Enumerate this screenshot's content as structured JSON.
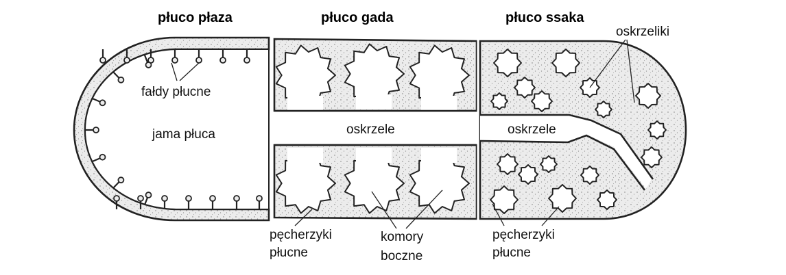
{
  "titles": {
    "amphibian": "płuco płaza",
    "reptile": "płuco gada",
    "mammal": "płuco ssaka"
  },
  "labels": {
    "lung_folds": "fałdy płucne",
    "lung_cavity": "jama płuca",
    "bronchus_reptile": "oskrzele",
    "bronchus_mammal": "oskrzele",
    "bronchioles": "oskrzeliki",
    "alveoli_reptile_line1": "pęcherzyki",
    "alveoli_reptile_line2": "płucne",
    "side_chambers_line1": "komory",
    "side_chambers_line2": "boczne",
    "alveoli_mammal_line1": "pęcherzyki",
    "alveoli_mammal_line2": "płucne"
  },
  "colors": {
    "outline": "#222222",
    "tissue_fill": "#ececec",
    "background": "#ffffff"
  }
}
